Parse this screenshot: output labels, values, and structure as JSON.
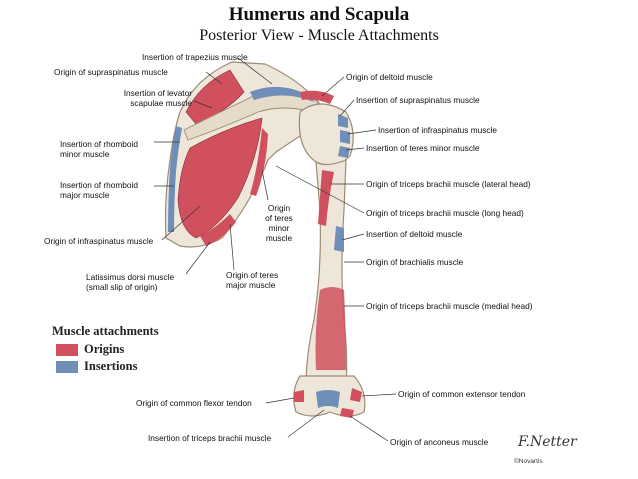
{
  "title": "Humerus and Scapula",
  "subtitle": "Posterior View - Muscle Attachments",
  "colors": {
    "origin": "#d0505e",
    "insertion": "#6f8fb8",
    "bone": "#efe6da",
    "bone_shadow": "#cfc2b0"
  },
  "labels": {
    "trapezius_insertion": "Insertion of trapezius muscle",
    "supraspinatus_origin": "Origin of supraspinatus muscle",
    "deltoid_origin": "Origin of deltoid muscle",
    "levator_insertion": [
      "Insertion of levator",
      "scapulae muscle"
    ],
    "supraspinatus_insertion": "Insertion of supraspinatus muscle",
    "infraspinatus_insertion": "Insertion of infraspinatus muscle",
    "rhomboid_minor_insertion": [
      "Insertion of rhomboid",
      "minor muscle"
    ],
    "teres_minor_insertion": "Insertion of teres minor muscle",
    "rhomboid_major_insertion": [
      "Insertion of rhomboid",
      "major muscle"
    ],
    "triceps_lateral_origin": "Origin of triceps brachii muscle (lateral head)",
    "teres_minor_origin": [
      "Origin",
      "of teres",
      "minor",
      "muscle"
    ],
    "triceps_long_origin": "Origin of triceps brachii muscle (long head)",
    "infraspinatus_origin": "Origin of infraspinatus muscle",
    "deltoid_insertion": "Insertion of deltoid muscle",
    "brachialis_origin": "Origin of brachialis muscle",
    "latissimus_origin": [
      "Latissimus dorsi muscle",
      "(small slip of origin)"
    ],
    "teres_major_origin": [
      "Origin of teres",
      "major muscle"
    ],
    "triceps_medial_origin": "Origin of triceps brachii muscle (medial head)",
    "extensor_origin": "Origin of common extensor tendon",
    "flexor_origin": "Origin of common flexor tendon",
    "triceps_insertion": "Insertion of triceps brachii muscle",
    "anconeus_origin": "Origin of anconeus muscle"
  },
  "legend": {
    "title": "Muscle attachments",
    "origins": "Origins",
    "insertions": "Insertions"
  },
  "signature": {
    "name": "F.Netter",
    "copyright": "©Novartis"
  }
}
